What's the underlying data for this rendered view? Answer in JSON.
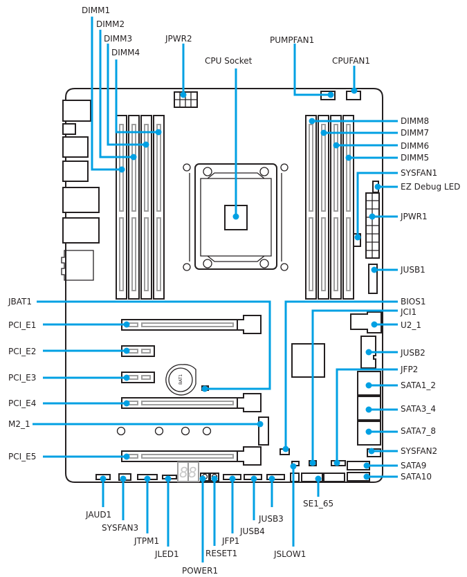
{
  "figure": {
    "type": "motherboard-layout",
    "accent_color": "#00a0e3",
    "outline_color": "#231f20"
  },
  "labels": {
    "dimm1": "DIMM1",
    "dimm2": "DIMM2",
    "dimm3": "DIMM3",
    "dimm4": "DIMM4",
    "jpwr2": "JPWR2",
    "cpu_socket": "CPU Socket",
    "pumpfan1": "PUMPFAN1",
    "cpufan1": "CPUFAN1",
    "dimm8": "DIMM8",
    "dimm7": "DIMM7",
    "dimm6": "DIMM6",
    "dimm5": "DIMM5",
    "sysfan1": "SYSFAN1",
    "ez_debug_led": "EZ Debug LED",
    "jpwr1": "JPWR1",
    "jusb1": "JUSB1",
    "bios1": "BIOS1",
    "jci1": "JCI1",
    "u2_1": "U2_1",
    "jusb2": "JUSB2",
    "jfp2": "JFP2",
    "sata1_2": "SATA1_2",
    "sata3_4": "SATA3_4",
    "sata7_8": "SATA7_8",
    "sysfan2": "SYSFAN2",
    "sata9": "SATA9",
    "sata10": "SATA10",
    "jbat1": "JBAT1",
    "pci_e1": "PCI_E1",
    "pci_e2": "PCI_E2",
    "pci_e3": "PCI_E3",
    "pci_e4": "PCI_E4",
    "m2_1": "M2_1",
    "pci_e5": "PCI_E5",
    "jaud1": "JAUD1",
    "sysfan3": "SYSFAN3",
    "jtpm1": "JTPM1",
    "jled1": "JLED1",
    "power1": "POWER1",
    "reset1": "RESET1",
    "jfp1": "JFP1",
    "jusb4": "JUSB4",
    "jusb3": "JUSB3",
    "jslow1": "JSLOW1",
    "se1_65": "SE1_65"
  },
  "silkscreen": {
    "battery": "BAT1",
    "debug_display": "88"
  }
}
